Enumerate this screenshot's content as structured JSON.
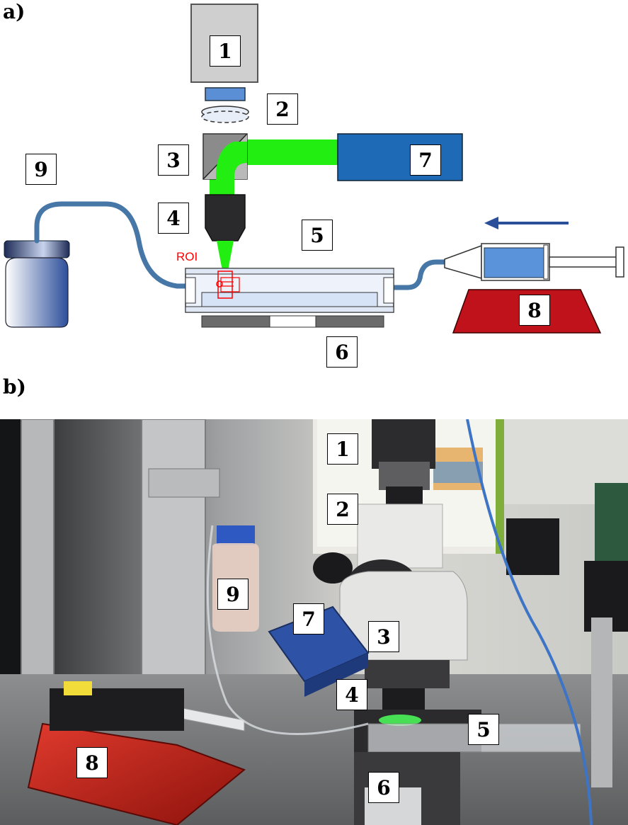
{
  "panel_a": {
    "label": "a)"
  },
  "panel_b": {
    "label": "b)"
  },
  "roi_label": "ROI",
  "schematic_labels": [
    "1",
    "2",
    "3",
    "4",
    "5",
    "6",
    "7",
    "8",
    "9"
  ],
  "photo_labels": [
    "1",
    "2",
    "3",
    "4",
    "5",
    "6",
    "7",
    "8",
    "9"
  ],
  "colors": {
    "laser_beam": "#22ee11",
    "laser_body": "#1f6ab7",
    "pump_base": "#c0121b",
    "tubing": "#4677a6",
    "camera": "#cfcfcf",
    "objective": "#2a2a2d",
    "roi": "#ff0000",
    "flow_arrow": "#2a4f9a"
  }
}
